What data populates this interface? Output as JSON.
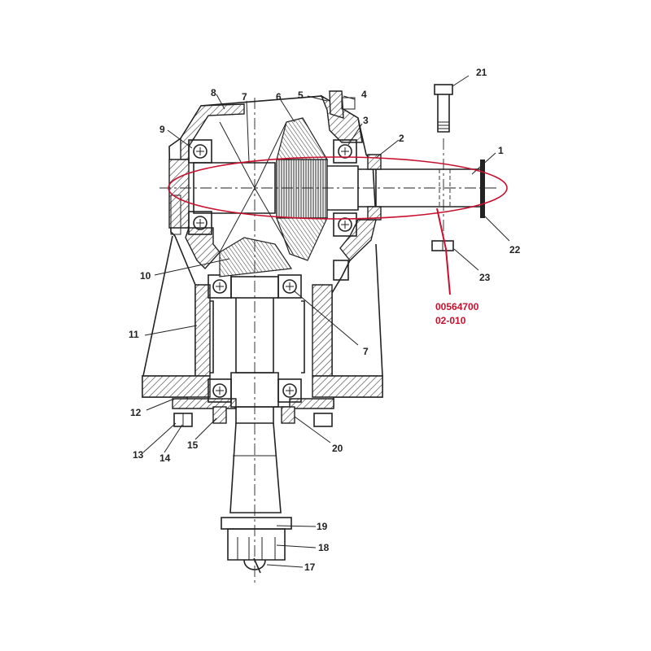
{
  "diagram": {
    "callouts": [
      {
        "id": "c1",
        "text": "1"
      },
      {
        "id": "c2",
        "text": "2"
      },
      {
        "id": "c3",
        "text": "3"
      },
      {
        "id": "c4",
        "text": "4"
      },
      {
        "id": "c5",
        "text": "5"
      },
      {
        "id": "c6",
        "text": "6"
      },
      {
        "id": "c7a",
        "text": "7"
      },
      {
        "id": "c7b",
        "text": "7"
      },
      {
        "id": "c8",
        "text": "8"
      },
      {
        "id": "c9",
        "text": "9"
      },
      {
        "id": "c10",
        "text": "10"
      },
      {
        "id": "c11",
        "text": "11"
      },
      {
        "id": "c12",
        "text": "12"
      },
      {
        "id": "c13",
        "text": "13"
      },
      {
        "id": "c14",
        "text": "14"
      },
      {
        "id": "c15",
        "text": "15"
      },
      {
        "id": "c17",
        "text": "17"
      },
      {
        "id": "c18",
        "text": "18"
      },
      {
        "id": "c19",
        "text": "19"
      },
      {
        "id": "c20",
        "text": "20"
      },
      {
        "id": "c21",
        "text": "21"
      },
      {
        "id": "c22",
        "text": "22"
      },
      {
        "id": "c23",
        "text": "23"
      }
    ],
    "highlight": {
      "part_number": "00564700",
      "variant": "02-010",
      "color": "#c8102e"
    }
  }
}
